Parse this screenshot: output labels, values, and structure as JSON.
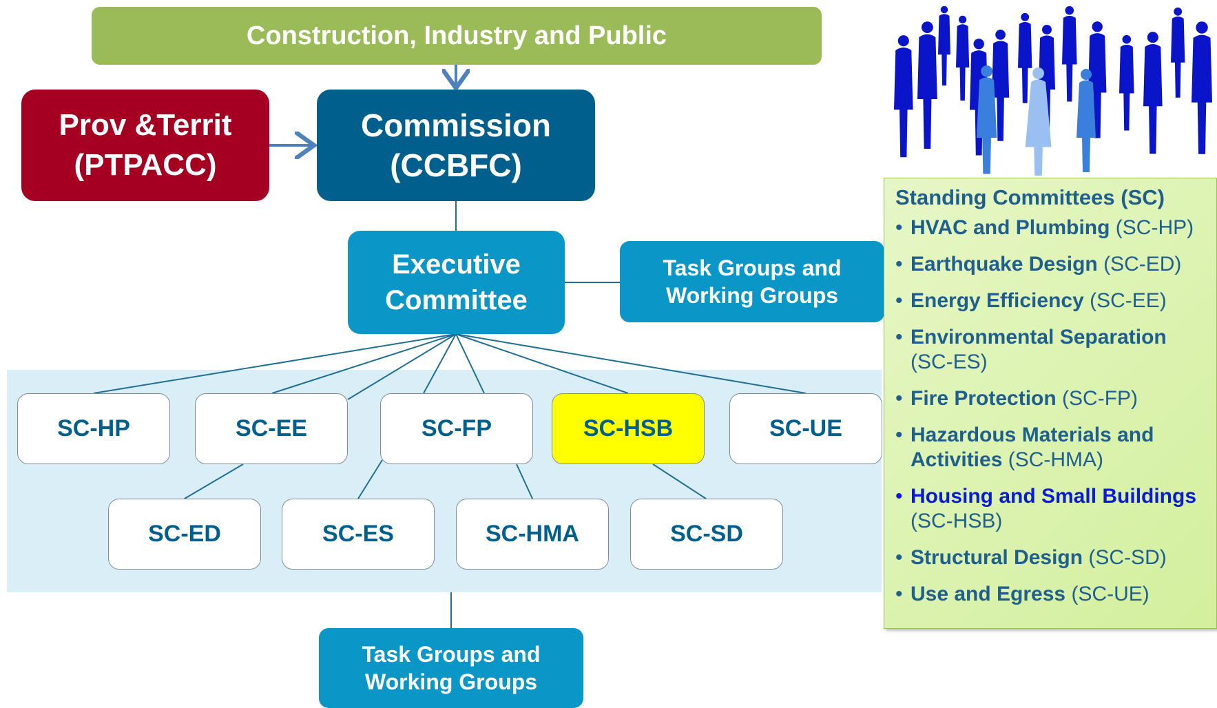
{
  "top_box": {
    "label": "Construction, Industry and Public"
  },
  "prov_box": {
    "line1": "Prov &Territ",
    "line2": "(PTPACC)"
  },
  "commission_box": {
    "line1": "Commission",
    "line2": "(CCBFC)"
  },
  "executive_box": {
    "line1": "Executive",
    "line2": "Committee"
  },
  "task_groups_right": {
    "line1": "Task Groups and",
    "line2": "Working Groups"
  },
  "task_groups_bottom": {
    "line1": "Task Groups and",
    "line2": "Working Groups"
  },
  "standing_committees_row1": [
    "SC-HP",
    "SC-EE",
    "SC-FP",
    "SC-HSB",
    "SC-UE"
  ],
  "standing_committees_row2": [
    "SC-ED",
    "SC-ES",
    "SC-HMA",
    "SC-SD"
  ],
  "highlighted_committee": "SC-HSB",
  "legend": {
    "title": "Standing Committees (SC)",
    "items": [
      {
        "name": "HVAC and Plumbing",
        "code": "(SC-HP)"
      },
      {
        "name": "Earthquake Design",
        "code": "(SC-ED)"
      },
      {
        "name": "Energy Efficiency",
        "code": "(SC-EE)"
      },
      {
        "name": "Environmental Separation",
        "code": "(SC-ES)"
      },
      {
        "name": "Fire Protection",
        "code": "(SC-FP)"
      },
      {
        "name": "Hazardous Materials and Activities",
        "code": "(SC-HMA)"
      },
      {
        "name": "Housing and Small Buildings",
        "code": "(SC-HSB)"
      },
      {
        "name": "Structural Design",
        "code": "(SC-SD)"
      },
      {
        "name": "Use and Egress",
        "code": "(SC-UE)"
      }
    ]
  },
  "colors": {
    "top_box": "#9bbb59",
    "prov_box": "#a50021",
    "commission_box": "#005f8c",
    "executive_box": "#0b96c8",
    "highlight": "#ffff00",
    "band": "#daeef8",
    "legend_text": "#1f5f8d",
    "legend_highlight": "#0a1bd8"
  },
  "icons": {
    "people": "crowd-silhouette-icon",
    "bullet": "bullet-icon"
  }
}
